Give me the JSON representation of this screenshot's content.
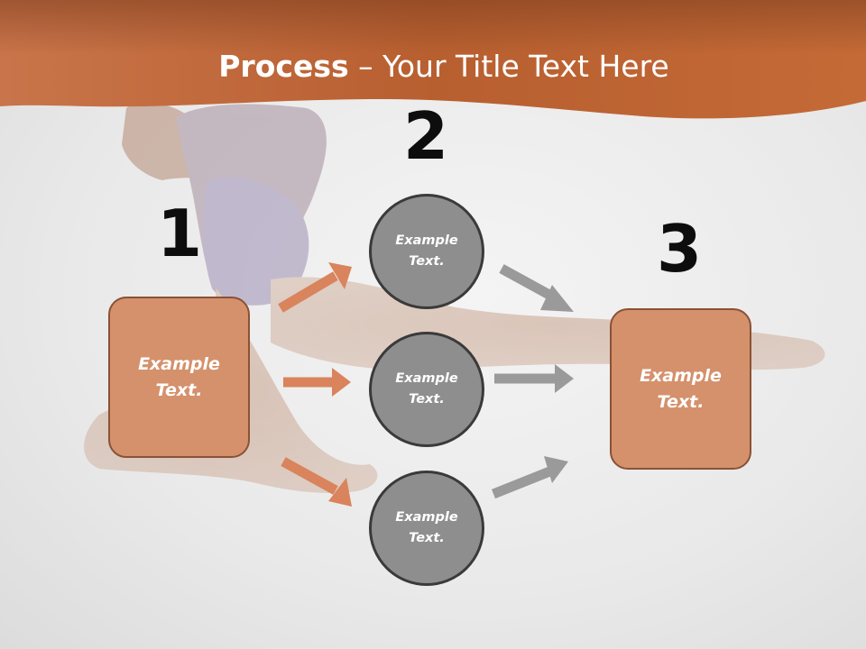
{
  "header": {
    "title_bold": "Process",
    "title_rest": " – Your Title Text Here",
    "band_color": "#b9602f"
  },
  "steps": {
    "one": "1",
    "two": "2",
    "three": "3"
  },
  "boxes": {
    "left_text": "Example Text.",
    "right_text": "Example Text."
  },
  "circles": {
    "top_text": "Example Text.",
    "middle_text": "Example Text.",
    "bottom_text": "Example Text."
  },
  "colors": {
    "box_fill": "#d4916c",
    "circle_fill": "#8e8e8e",
    "arrow_orange": "#d9845c",
    "arrow_gray": "#9a9a9a"
  }
}
